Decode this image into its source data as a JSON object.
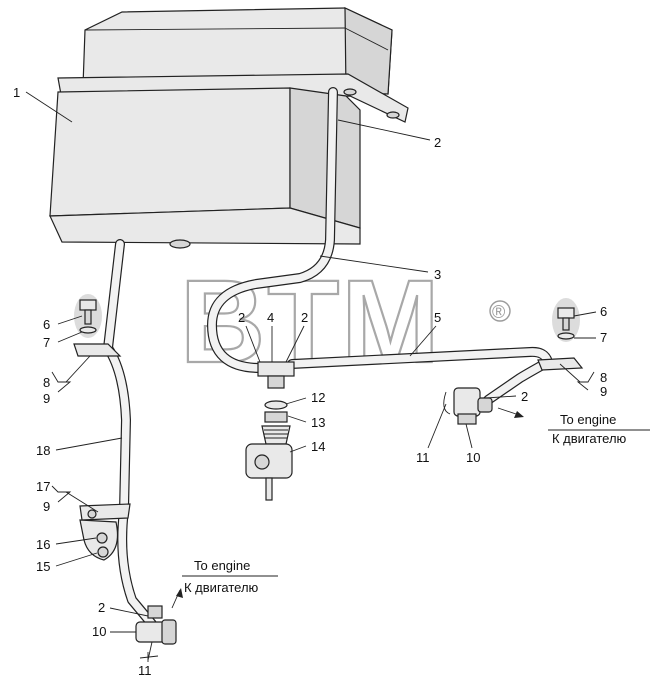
{
  "watermark": {
    "text": "BTM",
    "registered": "®"
  },
  "callouts": {
    "c1": "1",
    "c2_top": "2",
    "c3": "3",
    "c2_left_tee": "2",
    "c4": "4",
    "c2_right_tee": "2",
    "c5": "5",
    "c6_left": "6",
    "c7_left": "7",
    "c8_left": "8",
    "c9_left": "9",
    "c12": "12",
    "c13": "13",
    "c14": "14",
    "c18": "18",
    "c17": "17",
    "c9_lower": "9",
    "c16": "16",
    "c15": "15",
    "c2_bottom": "2",
    "c10_bottom": "10",
    "c11_bottom": "11",
    "c6_right": "6",
    "c7_right": "7",
    "c8_right": "8",
    "c9_right": "9",
    "c2_right": "2",
    "c11_right": "11",
    "c10_right": "10"
  },
  "engine_notes": {
    "right": {
      "en": "To engine",
      "ru": "К двигателю"
    },
    "bottom": {
      "en": "To engine",
      "ru": "К двигателю"
    }
  }
}
